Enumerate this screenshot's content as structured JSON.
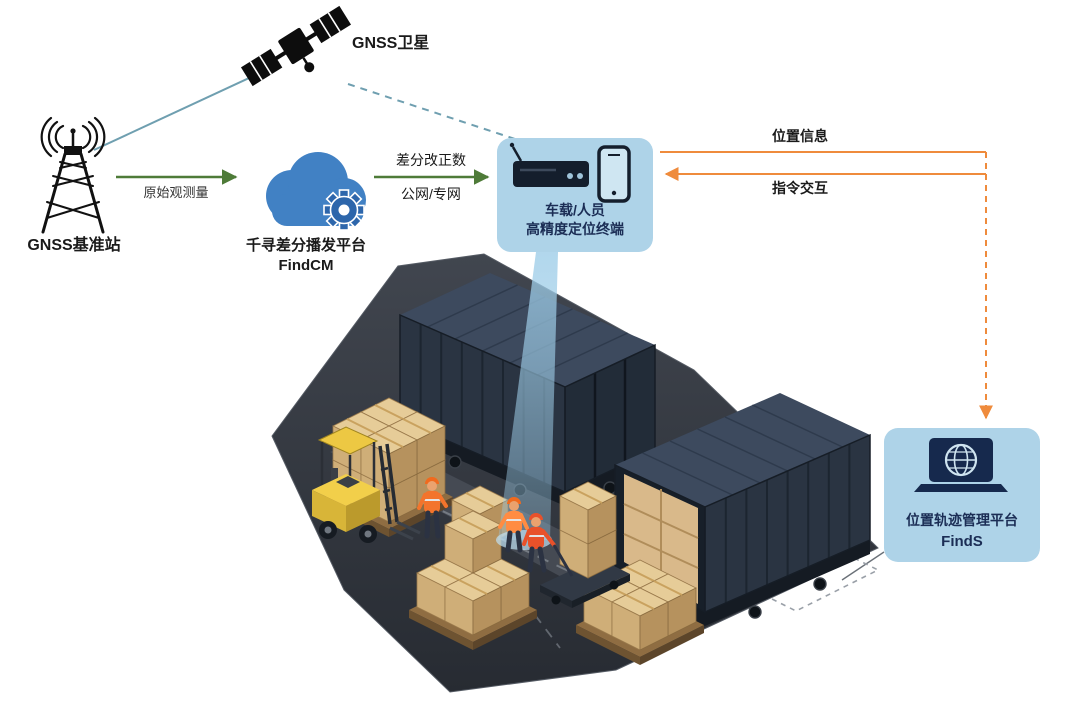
{
  "diagram": {
    "satellite": {
      "label": "GNSS卫星"
    },
    "base_station": {
      "label": "GNSS基准站"
    },
    "cloud_platform": {
      "name": "千寻差分播发平台",
      "product": "FindCM"
    },
    "terminal": {
      "line1": "车载/人员",
      "line2": "高精度定位终端"
    },
    "management_platform": {
      "name": "位置轨迹管理平台",
      "product": "FindS"
    },
    "edges": {
      "raw_observation": "原始观测量",
      "correction_line1": "差分改正数",
      "correction_line2": "公网/专网",
      "position_info": "位置信息",
      "command_interaction": "指令交互"
    }
  },
  "colors": {
    "panel_blue": "#aed3e8",
    "text_navy": "#1b2d55",
    "arrow_green": "#4e7b38",
    "arrow_orange": "#ef8b3c",
    "link_teal": "#6f9fb0",
    "cloud_blue": "#4181c4",
    "gear_blue": "#2d66ab",
    "container_navy": "#2a3442",
    "crate_tan": "#cfae78",
    "forklift_yellow": "#f2cf4a",
    "beam_blue": "#9ecde8"
  }
}
